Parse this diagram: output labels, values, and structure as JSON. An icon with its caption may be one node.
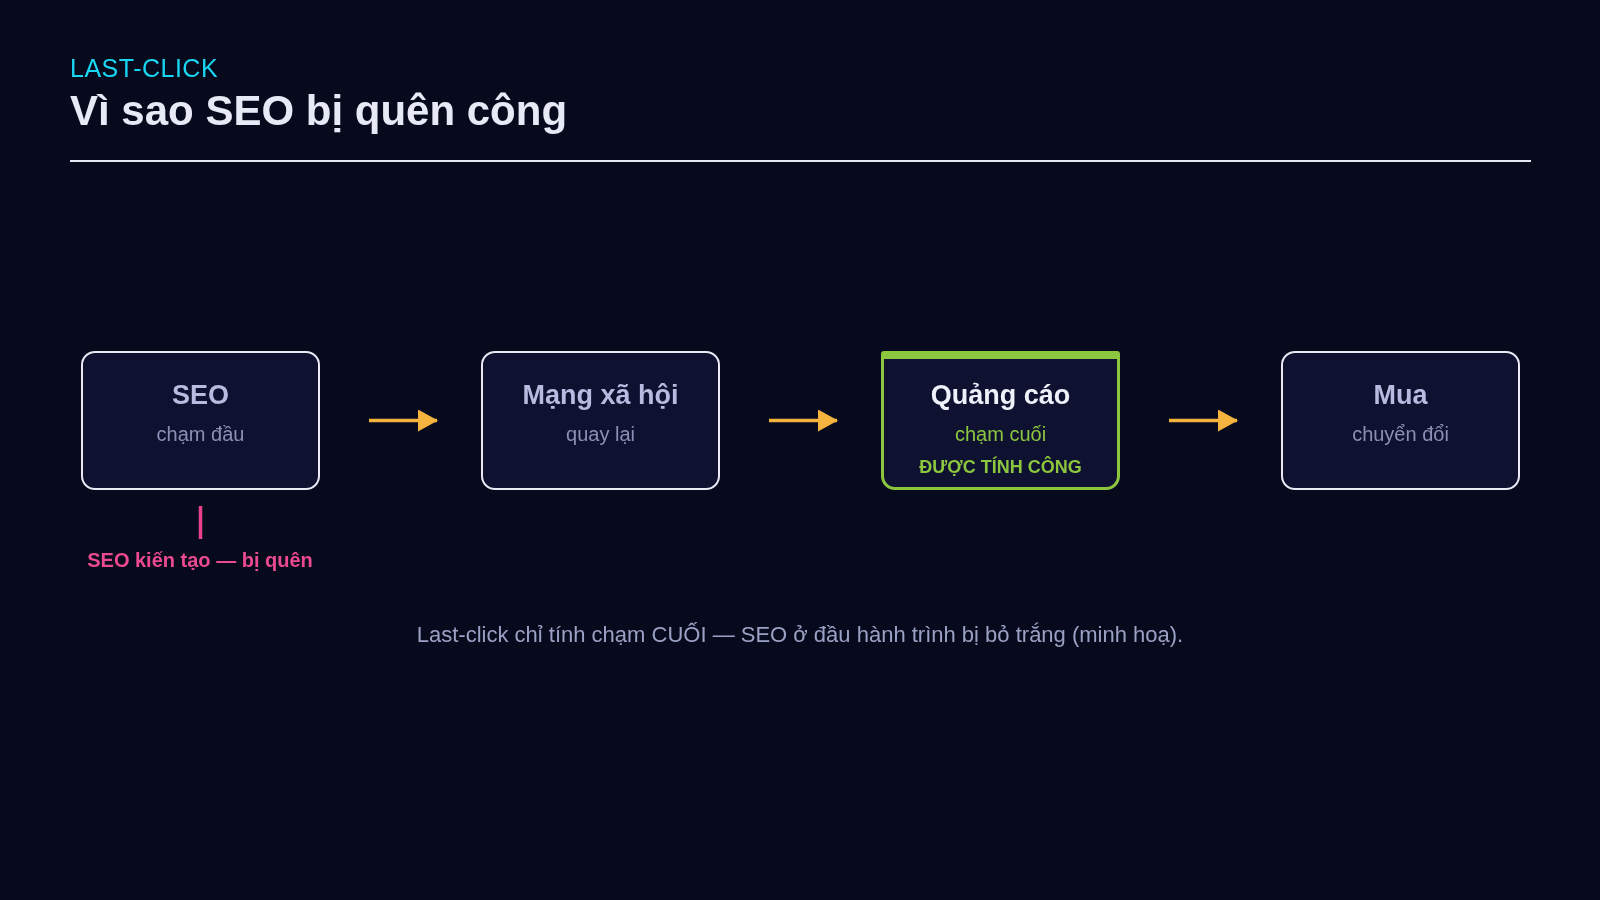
{
  "diagram": {
    "title": "Vì sao SEO bị quên công",
    "caption": "Last-click chỉ tính chạm CUỐI — SEO ở đầu hành trình bị bỏ trắng (minh hoạ).",
    "nodes": [
      {
        "text": [
          "SEO",
          "chạm đầu"
        ]
      },
      {
        "text": [
          "Mạng xã hội",
          "quay lại"
        ]
      },
      {
        "text": [
          "Quảng cáo",
          "chạm cuối",
          "ĐƯỢC TÍNH CÔNG"
        ]
      },
      {
        "text": [
          "Mua",
          "chuyển đổi"
        ]
      },
      {
        "text": [
          "SEO kiến tạo — bị quên"
        ]
      }
    ],
    "edges": [
      {
        "from": 0,
        "to": 1,
        "arrow": "to"
      },
      {
        "from": 1,
        "to": 2,
        "arrow": "to"
      },
      {
        "from": 2,
        "to": 3,
        "arrow": "to"
      },
      {
        "from": 4,
        "to": 0,
        "arrow": "none",
        "color": "#e8408a"
      }
    ],
    "labels": [
      "LAST-CLICK"
    ]
  }
}
